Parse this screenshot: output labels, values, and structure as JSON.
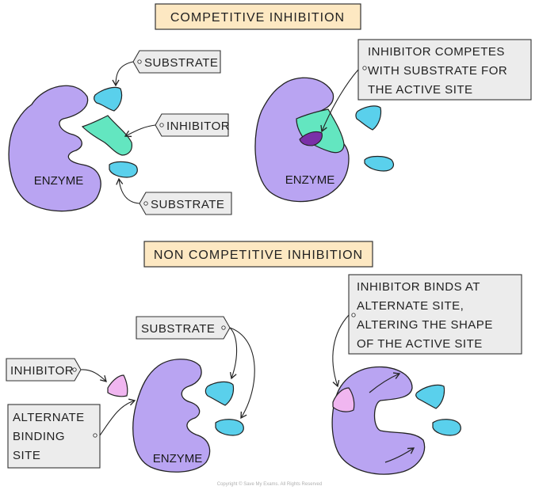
{
  "colors": {
    "enzyme": "#b9a4f2",
    "substrate": "#5ad0ec",
    "inhibitor_competitive": "#63e6c0",
    "inhibitor_noncompetitive": "#f0b6f0",
    "active_site_highlight": "#7a2fa8",
    "title_fill": "#fde8c2",
    "label_fill": "#ececec"
  },
  "competitive": {
    "title": "COMPETITIVE INHIBITION",
    "left": {
      "enzyme_label": "ENZYME",
      "substrate_top_label": "SUBSTRATE",
      "inhibitor_label": "INHIBITOR",
      "substrate_bottom_label": "SUBSTRATE"
    },
    "right": {
      "enzyme_label": "ENZYME",
      "callout_lines": [
        "INHIBITOR COMPETES",
        "WITH SUBSTRATE FOR",
        "THE ACTIVE SITE"
      ]
    }
  },
  "noncompetitive": {
    "title": "NON COMPETITIVE INHIBITION",
    "left": {
      "enzyme_label": "ENZYME",
      "substrate_label": "SUBSTRATE",
      "inhibitor_label": "INHIBITOR",
      "alt_site_lines": [
        "ALTERNATE",
        "BINDING",
        "SITE"
      ]
    },
    "right": {
      "callout_lines": [
        "INHIBITOR BINDS AT",
        "ALTERNATE SITE,",
        "ALTERING THE SHAPE",
        "OF THE ACTIVE SITE"
      ]
    }
  },
  "copyright": "Copyright © Save My Exams. All Rights Reserved"
}
